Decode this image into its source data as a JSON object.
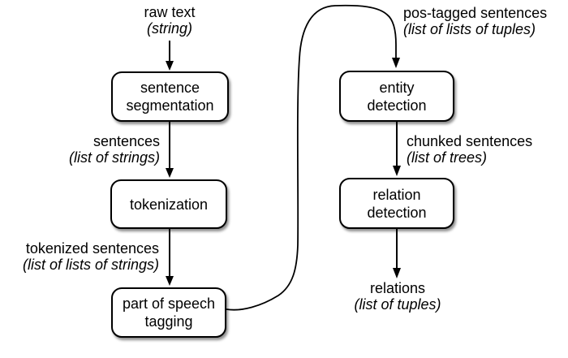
{
  "diagram": {
    "nodes": [
      {
        "label": "sentence\nsegmentation"
      },
      {
        "label": "tokenization"
      },
      {
        "label": "part of speech\ntagging"
      },
      {
        "label": "entity\ndetection"
      },
      {
        "label": "relation\ndetection"
      }
    ],
    "io_labels": [
      {
        "name": "raw text",
        "type": "(string)"
      },
      {
        "name": "sentences",
        "type": "(list of strings)"
      },
      {
        "name": "tokenized sentences",
        "type": "(list of lists of strings)"
      },
      {
        "name": "pos-tagged sentences",
        "type": "(list of lists of tuples)"
      },
      {
        "name": "chunked sentences",
        "type": "(list of trees)"
      },
      {
        "name": "relations",
        "type": "(list of tuples)"
      }
    ],
    "colors": {
      "background": "#ffffff",
      "node_fill": "#ffffff",
      "stroke": "#000000",
      "text": "#000000"
    }
  }
}
